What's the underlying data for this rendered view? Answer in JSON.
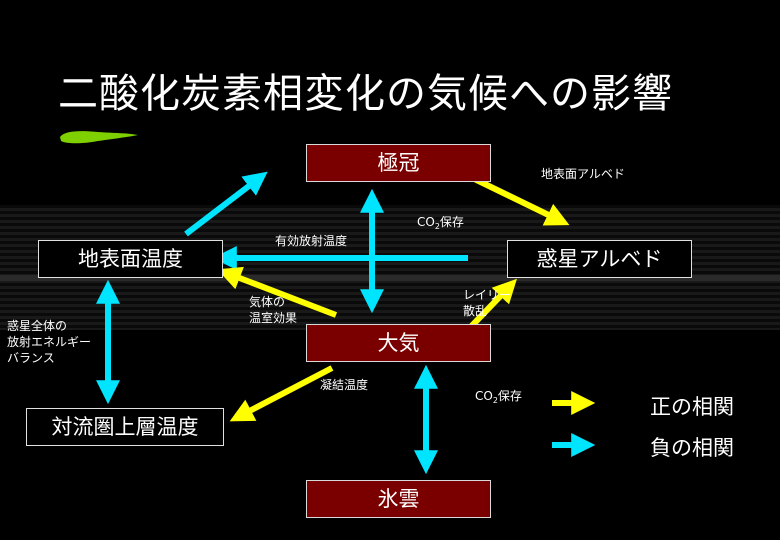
{
  "title": "二酸化炭素相変化の気候への影響",
  "colors": {
    "positive": "#ffff00",
    "negative": "#00e5ff",
    "box_red": "#7a0000",
    "brush": "#7fd000"
  },
  "nodes": {
    "polar_cap": "極冠",
    "surface_temp": "地表面温度",
    "planet_albedo": "惑星アルベド",
    "atmosphere": "大気",
    "troposphere_temp": "対流圏上層温度",
    "ice_cloud": "氷雲"
  },
  "labels": {
    "surface_albedo": "地表面アルベド",
    "co2_storage_1": "保存",
    "effective_temp": "有効放射温度",
    "greenhouse_1": "気体の",
    "greenhouse_2": "温室効果",
    "rayleigh_1": "レイリー",
    "rayleigh_2": "散乱",
    "energy_balance_1": "惑星全体の",
    "energy_balance_2": "放射エネルギー",
    "energy_balance_3": "バランス",
    "condensation_temp": "凝結温度",
    "co2_storage_2": "保存",
    "co2_main": "CO",
    "co2_sub": "2"
  },
  "legend": {
    "positive": "正の相関",
    "negative": "負の相関"
  }
}
